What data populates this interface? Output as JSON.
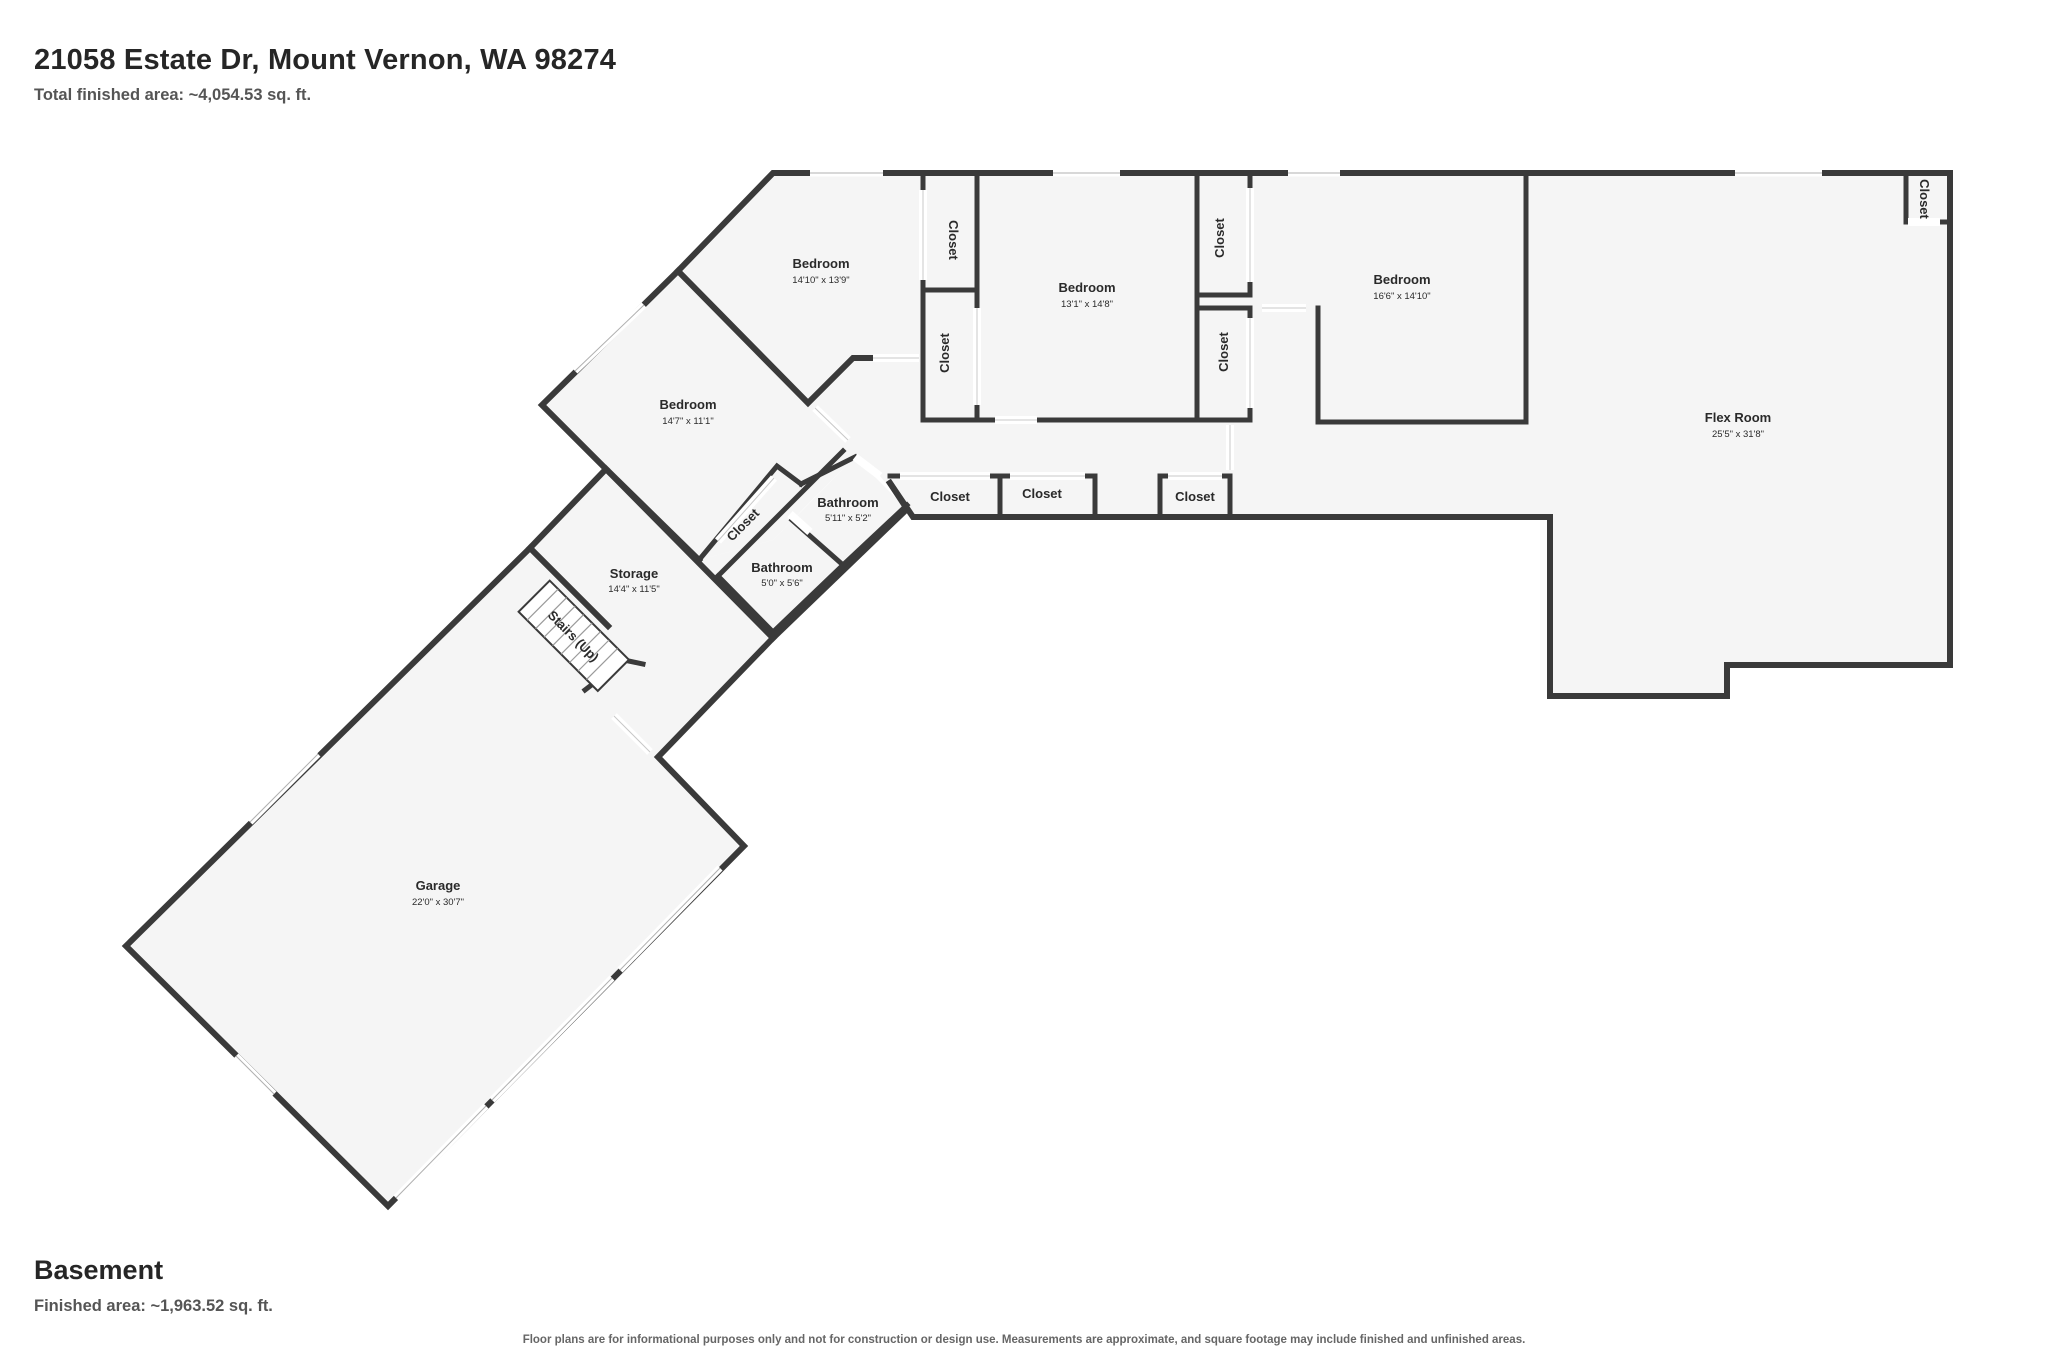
{
  "header": {
    "address": "21058 Estate Dr, Mount Vernon, WA 98274",
    "total_area": "Total finished area: ~4,054.53 sq. ft."
  },
  "floor": {
    "name": "Basement",
    "area": "Finished area: ~1,963.52 sq. ft."
  },
  "disclaimer": "Floor plans are for informational purposes only and not for construction or design use. Measurements are approximate, and square footage may include finished and unfinished areas.",
  "rooms": {
    "bedroom_1": {
      "name": "Bedroom",
      "dims": "14'10\" x 13'9\""
    },
    "bedroom_2": {
      "name": "Bedroom",
      "dims": "13'1\" x 14'8\""
    },
    "bedroom_3": {
      "name": "Bedroom",
      "dims": "16'6\" x 14'10\""
    },
    "bedroom_4": {
      "name": "Bedroom",
      "dims": "14'7\" x 11'1\""
    },
    "flex_room": {
      "name": "Flex Room",
      "dims": "25'5\" x 31'8\""
    },
    "bathroom_1": {
      "name": "Bathroom",
      "dims": "5'11\" x 5'2\""
    },
    "bathroom_2": {
      "name": "Bathroom",
      "dims": "5'0\" x 5'6\""
    },
    "storage": {
      "name": "Storage",
      "dims": "14'4\" x 11'5\""
    },
    "garage": {
      "name": "Garage",
      "dims": "22'0\" x 30'7\""
    },
    "stairs": {
      "name": "Stairs (Up)"
    },
    "closet_label": "Closet"
  },
  "colors": {
    "wall": "#3a3a3a",
    "floor": "#f5f5f5",
    "text": "#2a2a2a"
  }
}
